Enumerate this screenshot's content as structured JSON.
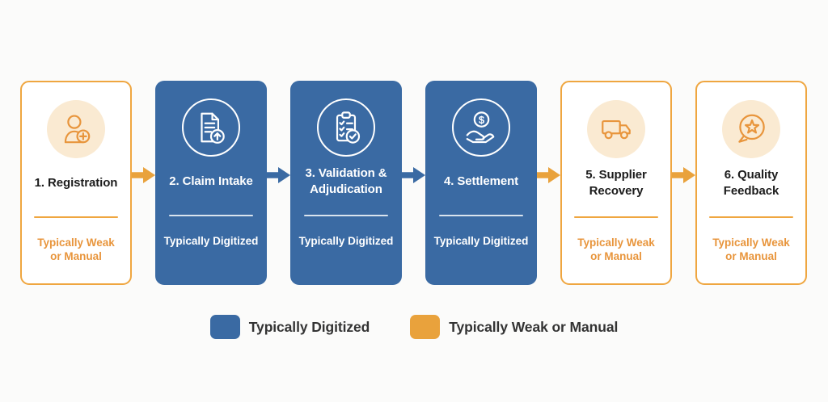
{
  "colors": {
    "blue": "#3A6AA3",
    "orange": "#E9A23C",
    "orange-border": "#EFA640",
    "orange-text": "#E8953C",
    "cream": "#FAEAD2",
    "ink": "#1C1C1C",
    "legend-ink": "#333333",
    "divider-on-blue": "#D9E3EE",
    "page-bg": "#FBFBFA"
  },
  "flow": {
    "steps": [
      {
        "title": "1. Registration",
        "status": "Typically Weak or Manual",
        "mode": "manual",
        "icon": "user-add-icon"
      },
      {
        "title": "2. Claim Intake",
        "status": "Typically Digitized",
        "mode": "digitized",
        "icon": "document-upload-icon"
      },
      {
        "title": "3. Validation & Adjudication",
        "status": "Typically Digitized",
        "mode": "digitized",
        "icon": "clipboard-check-icon"
      },
      {
        "title": "4. Settlement",
        "status": "Typically Digitized",
        "mode": "digitized",
        "icon": "hand-coin-icon"
      },
      {
        "title": "5. Supplier Recovery",
        "status": "Typically Weak or Manual",
        "mode": "manual",
        "icon": "truck-icon"
      },
      {
        "title": "6. Quality Feedback",
        "status": "Typically Weak or Manual",
        "mode": "manual",
        "icon": "feedback-star-icon"
      }
    ],
    "arrows": [
      {
        "color": "orange"
      },
      {
        "color": "blue"
      },
      {
        "color": "blue"
      },
      {
        "color": "orange"
      },
      {
        "color": "orange"
      }
    ]
  },
  "legend": {
    "items": [
      {
        "label": "Typically Digitized",
        "swatch": "#3A6AA3"
      },
      {
        "label": "Typically Weak or Manual",
        "swatch": "#E9A23C"
      }
    ]
  }
}
